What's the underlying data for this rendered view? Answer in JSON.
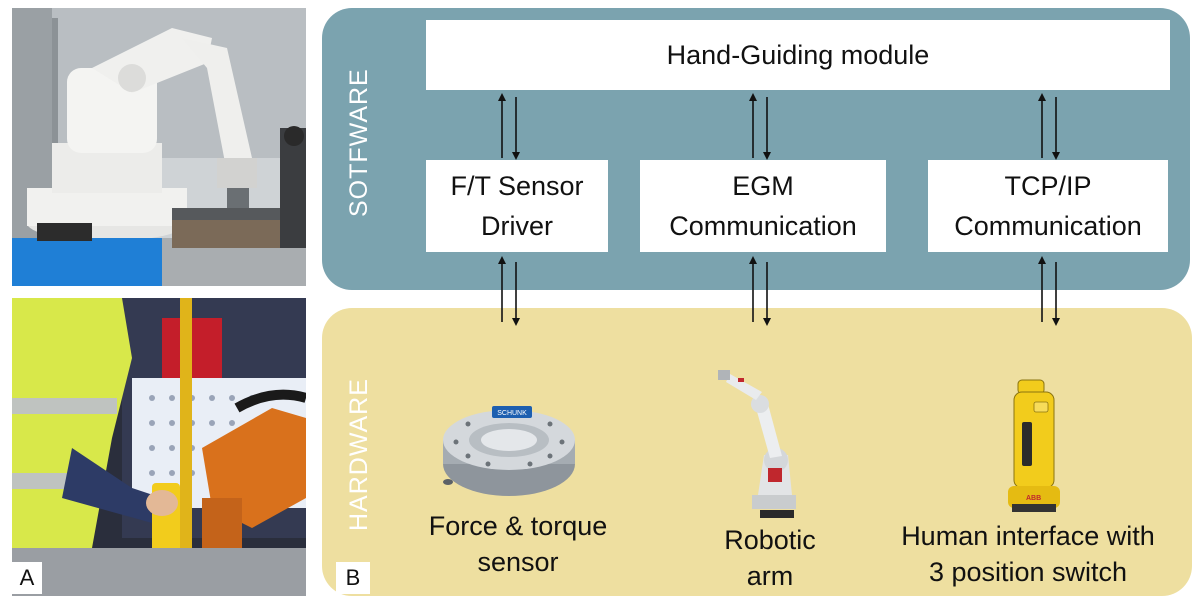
{
  "panel_labels": {
    "a": "A",
    "b": "B"
  },
  "software": {
    "section_label": "SOTFWARE",
    "top_module": "Hand-Guiding module",
    "modules": [
      {
        "line1": "F/T Sensor",
        "line2": "Driver"
      },
      {
        "line1": "EGM",
        "line2": "Communication"
      },
      {
        "line1": "TCP/IP",
        "line2": "Communication"
      }
    ]
  },
  "hardware": {
    "section_label": "HARDWARE",
    "items": [
      {
        "line1": "Force & torque",
        "line2": "sensor",
        "device_brand": "SCHUNK"
      },
      {
        "line1": "Robotic",
        "line2": "arm"
      },
      {
        "line1": "Human interface with",
        "line2": "3 position switch",
        "device_brand": "ABB"
      }
    ]
  },
  "colors": {
    "software_panel": "#7ba3af",
    "hardware_panel": "#eedfa0",
    "robot_orange": "#d9711c",
    "hivis_yellow": "#d8e84a",
    "switch_yellow": "#f2cc1c"
  }
}
